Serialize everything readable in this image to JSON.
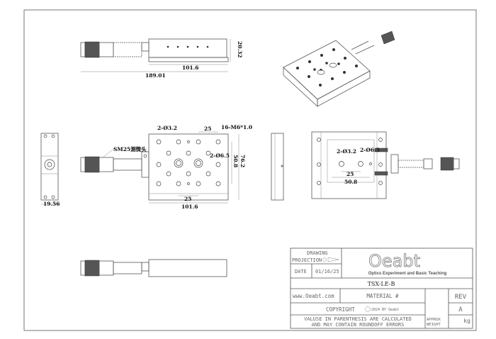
{
  "dimensions": {
    "top_width": "101.6",
    "top_overall": "189.01",
    "top_height": "20.32",
    "side_width": "19.56",
    "front_hole_small": "2-Ø3.2",
    "front_pitch_top": "25",
    "front_thread": "16-M6*1.0",
    "front_hole_large": "2-Ø6.5",
    "front_micrometer": "SM25测微头",
    "front_inner_height": "50.8",
    "front_outer_height": "76.2",
    "front_pitch_bottom": "25",
    "front_width": "101.6",
    "bottom_hole_small": "2-Ø3.2",
    "bottom_hole_large": "2-Ø6.5",
    "bottom_pitch": "25",
    "bottom_inner_width": "50.8"
  },
  "title_block": {
    "drawing": "DRAWING",
    "projection": "PROJECTION",
    "date_label": "DATE",
    "date_value": "01/16/25",
    "logo": "Oeabt",
    "logo_tagline": "Optics Experiment and Basic Teaching",
    "part_number": "TSX-LE-B",
    "website": "www.Oeabt.com",
    "material": "MATERIAL #",
    "rev_label": "REV",
    "rev_value": "A",
    "copyright": "COPYRIGHT",
    "copyright_year": "2024 BY Oeabt",
    "note_line1": "VALUSE IN PARENTHESIS ARE CALCULATED",
    "note_line2": "AND MAY CONTAIN ROUNDOFF ERRORS",
    "weight_label1": "APPROX",
    "weight_label2": "WEIGHT",
    "weight_unit": "kg"
  }
}
